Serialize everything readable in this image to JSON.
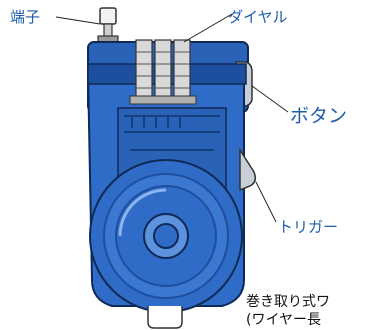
{
  "labels": {
    "terminal": "端子",
    "dial": "ダイヤル",
    "button": "ボタン",
    "trigger": "トリガー"
  },
  "caption": {
    "line1": "巻き取り式ワ",
    "line2": "(ワイヤー長"
  },
  "colors": {
    "body_blue": "#2f6cc8",
    "dark_blue": "#1d4f9e",
    "light_blue": "#5d92de",
    "label_blue": "#1f5da8",
    "outline": "#0f2a57"
  }
}
